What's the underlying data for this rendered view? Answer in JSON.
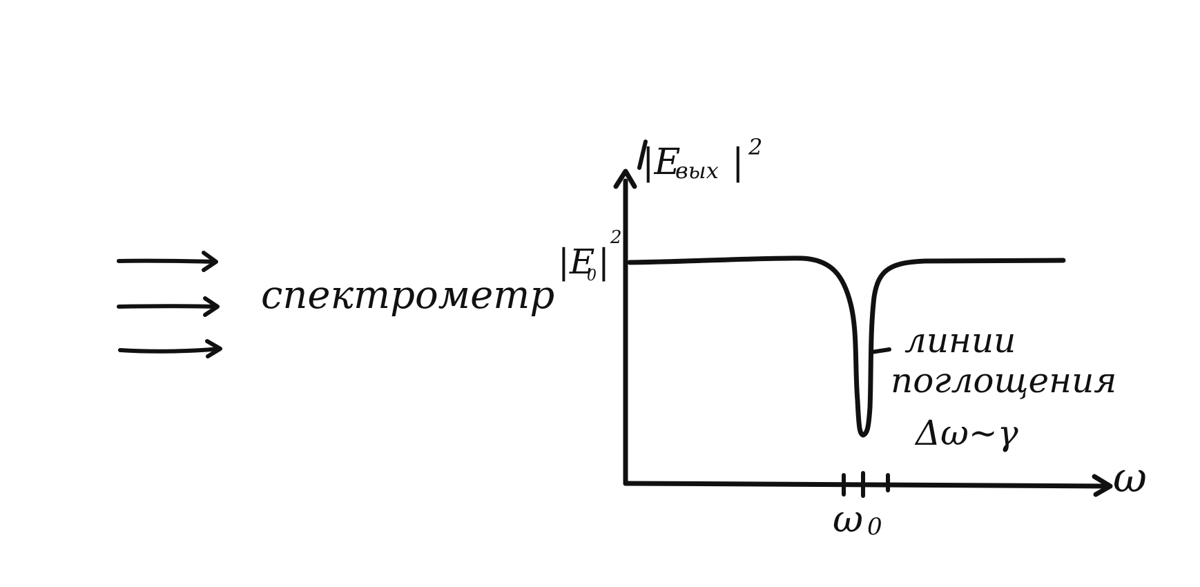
{
  "diagram": {
    "left_label": "спектрометр",
    "y_axis_label": "|E_вых|²",
    "y_axis_label_main": "|E",
    "y_axis_label_sub": "вых",
    "y_axis_label_tail": "|",
    "y_axis_label_sup": "2",
    "level_label_main": "|E",
    "level_label_sub": "0",
    "level_label_tail": "|",
    "level_label_sup": "2",
    "x_axis_label": "ω",
    "tick_label_main": "ω",
    "tick_label_sub": "0",
    "annotation_line1": "линии",
    "annotation_line2": "поглощения",
    "annotation_line3": "Δω~γ",
    "ink_color": "#111111",
    "background_color": "#ffffff"
  }
}
